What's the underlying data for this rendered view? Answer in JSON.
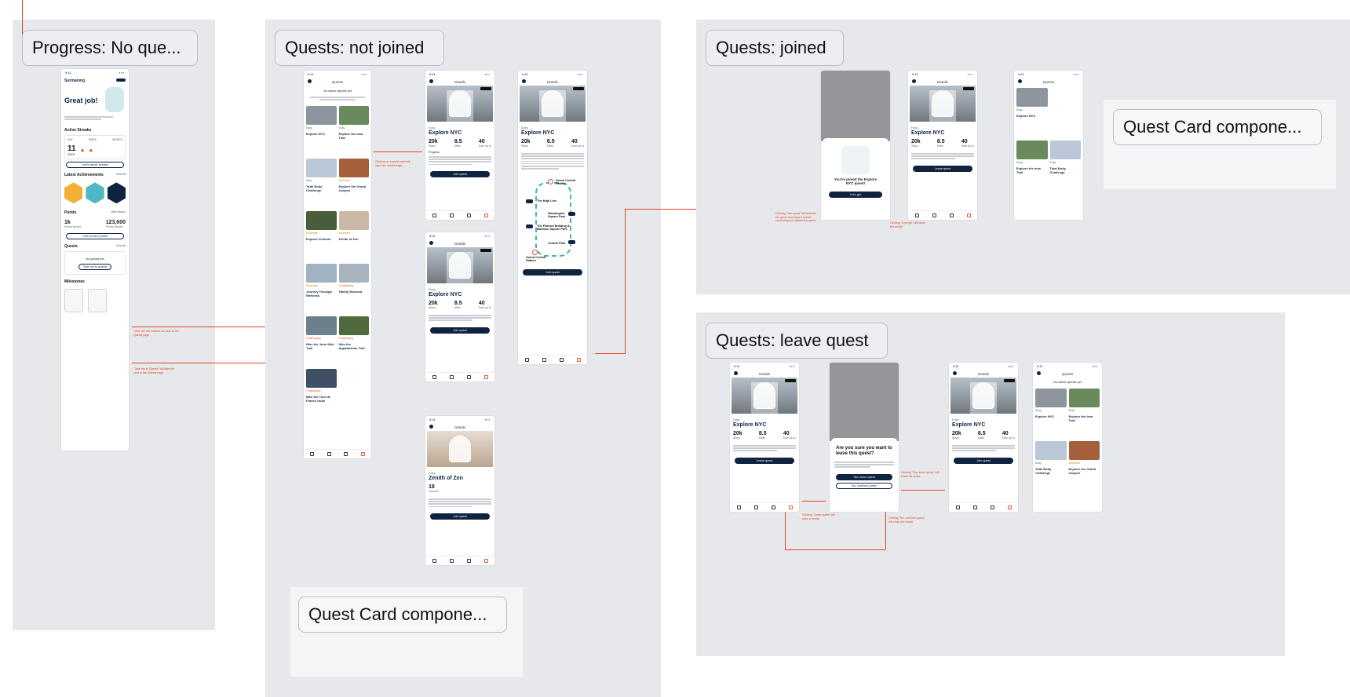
{
  "sections": {
    "progress": {
      "label": "Progress: No que..."
    },
    "not_joined": {
      "label": "Quests: not joined"
    },
    "joined": {
      "label": "Quests: joined"
    },
    "leave": {
      "label": "Quests: leave quest"
    },
    "card_component": {
      "label": "Quest Card compone..."
    }
  },
  "details": {
    "nav_title": "Details",
    "quest_tag": "Easy",
    "quest_title": "Explore NYC",
    "stats": [
      {
        "value": "20k",
        "label": "Steps"
      },
      {
        "value": "8.5",
        "label": "Miles"
      },
      {
        "value": "40",
        "label": "Earn up to"
      }
    ],
    "progress_label": "Progress",
    "join_label": "Join quest",
    "leave_label": "Leave quest"
  },
  "zen": {
    "quest_tag": "Easy",
    "quest_title": "Zenith of Zen",
    "stat_value": "18",
    "stat_label": "Classes",
    "join_label": "Join quest"
  },
  "quests_list": {
    "title": "Quests",
    "empty": "No active quests yet",
    "cards": [
      {
        "title": "Explore NYC",
        "tag": "Easy"
      },
      {
        "title": "Explore the Inca Trail",
        "tag": "Easy"
      },
      {
        "title": "Total Body Challenge",
        "tag": "Easy"
      },
      {
        "title": "Explore the Grand Canyon",
        "tag": "Moderate"
      },
      {
        "title": "Explore Vietnam",
        "tag": "Moderate"
      },
      {
        "title": "Zenith of Zen",
        "tag": "Moderate"
      },
      {
        "title": "Journey Through Wellness",
        "tag": "Moderate"
      },
      {
        "title": "Yakidy Workout",
        "tag": "Challenging"
      },
      {
        "title": "Hike the John Muir Trail",
        "tag": "Challenging"
      },
      {
        "title": "Hike the Appalachian Trail",
        "tag": "Challenging"
      },
      {
        "title": "Bike the Tour de France route",
        "tag": "Challenging"
      }
    ]
  },
  "route": {
    "stops": [
      "Grand Central Station",
      "The High Line",
      "Washington Square Park",
      "The Flatiron Building & Madison Square Park",
      "Central Park",
      "Grand Central Station"
    ],
    "join_label": "Join quest"
  },
  "joined_modal": {
    "text": "You've joined the Explore NYC quest!",
    "button": "Let's go!"
  },
  "leave_modal": {
    "title": "Are you sure you want to leave this quest?",
    "confirm": "Yes, leave quest",
    "cancel": "No, continue quest"
  },
  "progress_page": {
    "brand": "Surmalong",
    "greeting": "Great job!",
    "streaks_title": "Active Streaks",
    "streak_tabs": [
      "DAY",
      "WEEK",
      "MONTH"
    ],
    "streak_value": "11",
    "streak_unit": "DAYS",
    "learn_button": "Learn about streaks",
    "achievements_title": "Latest Achievements",
    "view_all": "View all",
    "points_title": "Points",
    "view_history": "View history",
    "points_last": "1k",
    "points_last_label": "Points earned",
    "points_total": "123,600",
    "points_total_label": "Points earned",
    "earn_button": "How to earn points",
    "quests_title": "Quests",
    "no_quests": "No quests yet",
    "take_button": "Take me to quests",
    "milestones_title": "Milestones"
  },
  "annotations": {
    "a1": "Clicking on a quest card will open the details page",
    "a2": "\"View all\" will redirect the user to the Quests page",
    "a3": "\"Take me to Quests\" will take the user to the Quests page",
    "a4": "Clicking \"Join quest\" will activate the quest and show a modal confirming you started the quest",
    "a5": "Clicking \"Let's go!\" will close the modal",
    "a6": "Clicking \"Leave quest\" will open a modal",
    "a7": "Clicking \"Yes, leave quest\" will leave the quest",
    "a8": "Clicking \"No, continue quest\" will close the modal"
  },
  "colors": {
    "section_bg": "#e6e8ec",
    "navy": "#0f2340",
    "accent": "#e0451f",
    "easy": "#2e8b57"
  }
}
